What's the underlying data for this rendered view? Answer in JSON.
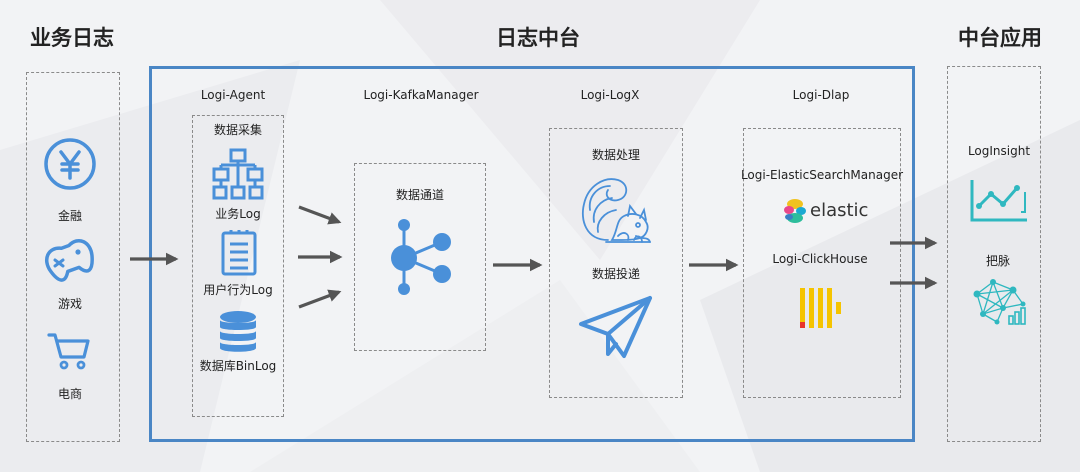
{
  "sections": {
    "business": "业务日志",
    "platform": "日志中台",
    "application": "中台应用"
  },
  "business": {
    "items": [
      {
        "label": "金融",
        "icon": "yuan-coin-icon"
      },
      {
        "label": "游戏",
        "icon": "gamepad-icon"
      },
      {
        "label": "电商",
        "icon": "shopping-cart-icon"
      }
    ]
  },
  "agent": {
    "title": "Logi-Agent",
    "subtitle": "数据采集",
    "items": [
      {
        "label": "业务Log",
        "icon": "hierarchy-icon"
      },
      {
        "label": "用户行为Log",
        "icon": "clipboard-list-icon"
      },
      {
        "label": "数据库BinLog",
        "icon": "database-icon"
      }
    ]
  },
  "kafka": {
    "title": "Logi-KafkaManager",
    "subtitle": "数据通道",
    "icon": "share-nodes-icon"
  },
  "logx": {
    "title": "Logi-LogX",
    "process": "数据处理",
    "deliver": "数据投递",
    "icons": [
      "squirrel-flink-icon",
      "paper-plane-icon"
    ]
  },
  "dlap": {
    "title": "Logi-Dlap",
    "es_manager": "Logi-ElasticSearchManager",
    "elastic": "elastic",
    "clickhouse": "Logi-ClickHouse",
    "icons": [
      "elastic-logo-icon",
      "clickhouse-logo-icon"
    ]
  },
  "apps": {
    "items": [
      {
        "label": "LogInsight",
        "icon": "line-chart-icon"
      },
      {
        "label": "把脉",
        "icon": "network-chart-icon"
      }
    ]
  },
  "colors": {
    "accent": "#4a90d9",
    "frame": "#4a86c5",
    "teal": "#2fb8c0",
    "clickhouse_yellow": "#f5c400",
    "clickhouse_red": "#e8352b",
    "arrow": "#555555"
  }
}
